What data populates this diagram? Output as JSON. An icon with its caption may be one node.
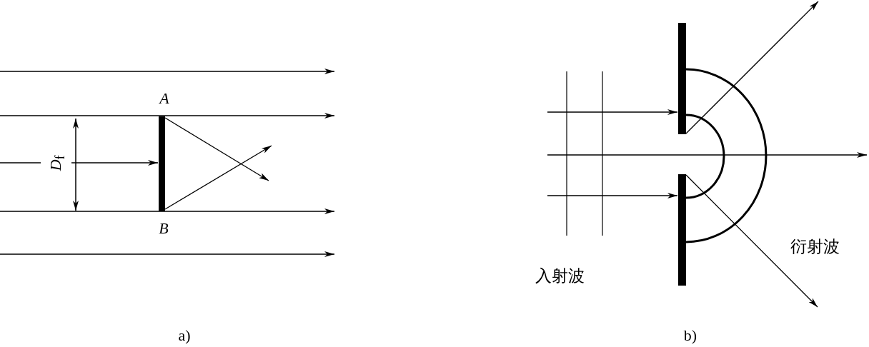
{
  "diagram": {
    "nodes": [
      {
        "text": [],
        "shape": "bar"
      },
      {
        "text": [],
        "shape": "bar"
      },
      {
        "text": [],
        "shape": "bar"
      }
    ],
    "edges": [
      {
        "from": null,
        "to": 0,
        "arrow": "to"
      },
      {
        "from": 0,
        "to": null,
        "arrow": "to"
      },
      {
        "from": 0,
        "to": null,
        "arrow": "to"
      },
      {
        "from": null,
        "to": 1,
        "arrow": "to"
      },
      {
        "from": null,
        "to": 2,
        "arrow": "to"
      },
      {
        "from": 1,
        "to": null,
        "arrow": "to"
      },
      {
        "from": 2,
        "to": null,
        "arrow": "to"
      }
    ],
    "labels": [
      "A",
      "*D*$_{f}$",
      "B",
      "入射波",
      "衍射波",
      "a)",
      "b)"
    ]
  }
}
